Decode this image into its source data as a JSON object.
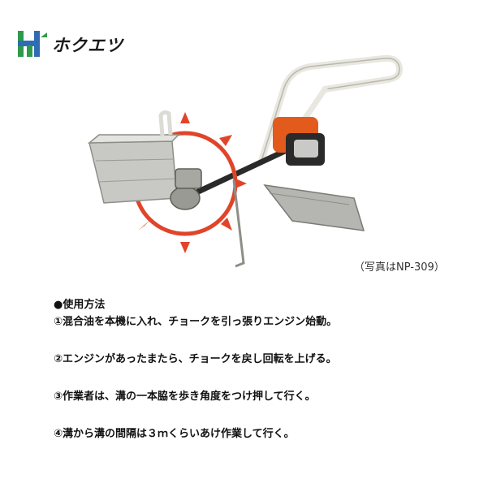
{
  "brand": {
    "name": "ホクエツ",
    "logo_icon": "hokuetsu-logo-icon",
    "colors": {
      "green": "#2e9b4a",
      "blue": "#2f6cb3"
    }
  },
  "product": {
    "image_icon": "cultivator-machine-icon",
    "caption": "（写真はNP-309）"
  },
  "usage": {
    "heading": "●使用方法",
    "steps": [
      "①混合油を本機に入れ、チョークを引っ張りエンジン始動。",
      "②エンジンがあったまたら、チョークを戻し回転を上げる。",
      "③作業者は、溝の一本脇を歩き角度をつけ押して行く。",
      "④溝から溝の間隔は３ｍくらいあけ作業して行く。"
    ]
  }
}
